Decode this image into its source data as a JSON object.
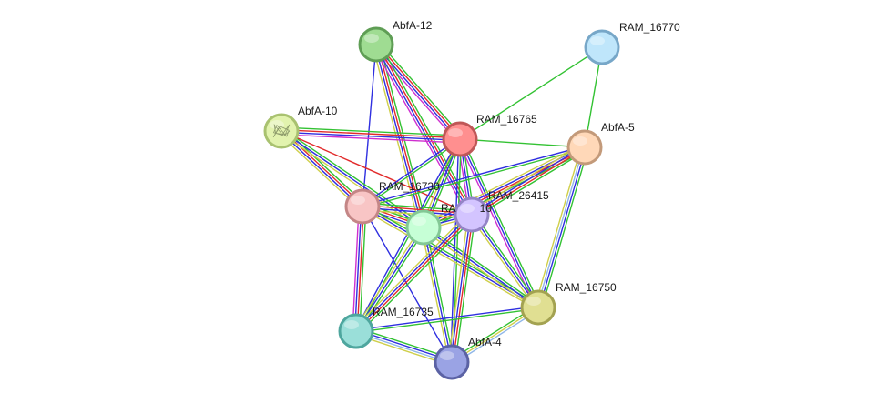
{
  "network": {
    "nodes": [
      {
        "id": "AbfA-12",
        "label": "AbfA-12",
        "color": "#9fdc92",
        "stroke": "#5f9e55"
      },
      {
        "id": "RAM_16770",
        "label": "RAM_16770",
        "color": "#bfe6fb",
        "stroke": "#77a7c8"
      },
      {
        "id": "AbfA-10",
        "label": "AbfA-10",
        "color": "#e2f3ae",
        "stroke": "#a9c270"
      },
      {
        "id": "RAM_16765",
        "label": "RAM_16765",
        "color": "#ff8f8f",
        "stroke": "#bf5757"
      },
      {
        "id": "AbfA-5",
        "label": "AbfA-5",
        "color": "#ffd8b8",
        "stroke": "#c39a7a"
      },
      {
        "id": "RAM_16730",
        "label": "RAM_16730",
        "color": "#f8c5c5",
        "stroke": "#c48686"
      },
      {
        "id": "RAM_26415",
        "label": "RAM_26415",
        "color": "#d3c4ff",
        "stroke": "#9484c6"
      },
      {
        "id": "RA_10",
        "label": "RA        10",
        "color": "#c6ffd6",
        "stroke": "#83c895"
      },
      {
        "id": "RAM_16750",
        "label": "RAM_16750",
        "color": "#e0df92",
        "stroke": "#a3a251"
      },
      {
        "id": "RAM_16735",
        "label": "RAM_16735",
        "color": "#9adfd9",
        "stroke": "#4ea69e"
      },
      {
        "id": "AbfA-4",
        "label": "AbfA-4",
        "color": "#9aa3e4",
        "stroke": "#5b62a4"
      }
    ],
    "edge_colors": {
      "green": "#33c233",
      "red": "#e22b2b",
      "blue": "#2f2fe0",
      "magenta": "#cf2fcf",
      "yellow": "#cfcf4a",
      "lightblue": "#8fb6e8",
      "gray": "#9e9e9e"
    },
    "edges": [
      {
        "source": "RAM_16770",
        "target": "RAM_16765",
        "channels": [
          "green"
        ]
      },
      {
        "source": "RAM_16770",
        "target": "AbfA-5",
        "channels": [
          "green"
        ]
      },
      {
        "source": "AbfA-12",
        "target": "RAM_16765",
        "channels": [
          "green",
          "red",
          "blue",
          "magenta"
        ]
      },
      {
        "source": "AbfA-12",
        "target": "RAM_16730",
        "channels": [
          "blue"
        ]
      },
      {
        "source": "AbfA-12",
        "target": "RA_10",
        "channels": [
          "green",
          "red",
          "blue",
          "yellow"
        ]
      },
      {
        "source": "AbfA-12",
        "target": "RAM_26415",
        "channels": [
          "green",
          "red",
          "blue",
          "magenta"
        ]
      },
      {
        "source": "AbfA-10",
        "target": "RAM_16765",
        "channels": [
          "green",
          "red",
          "blue",
          "magenta"
        ]
      },
      {
        "source": "AbfA-10",
        "target": "RAM_16730",
        "channels": [
          "green",
          "red",
          "blue",
          "yellow"
        ]
      },
      {
        "source": "AbfA-10",
        "target": "RA_10",
        "channels": [
          "green",
          "blue",
          "yellow"
        ]
      },
      {
        "source": "AbfA-10",
        "target": "RAM_26415",
        "channels": [
          "red"
        ]
      },
      {
        "source": "RAM_16765",
        "target": "AbfA-5",
        "channels": [
          "green"
        ]
      },
      {
        "source": "RAM_16765",
        "target": "RAM_16730",
        "channels": [
          "green",
          "blue"
        ]
      },
      {
        "source": "RAM_16765",
        "target": "RA_10",
        "channels": [
          "green",
          "blue",
          "yellow"
        ]
      },
      {
        "source": "RAM_16765",
        "target": "RAM_26415",
        "channels": [
          "green",
          "blue",
          "magenta"
        ]
      },
      {
        "source": "RAM_16765",
        "target": "RAM_16750",
        "channels": [
          "green",
          "blue",
          "magenta"
        ]
      },
      {
        "source": "RAM_16765",
        "target": "RAM_16735",
        "channels": [
          "green",
          "blue"
        ]
      },
      {
        "source": "RAM_16765",
        "target": "AbfA-4",
        "channels": [
          "green",
          "blue"
        ]
      },
      {
        "source": "AbfA-5",
        "target": "RAM_16730",
        "channels": [
          "green",
          "blue"
        ]
      },
      {
        "source": "AbfA-5",
        "target": "RA_10",
        "channels": [
          "green",
          "red",
          "blue",
          "yellow"
        ]
      },
      {
        "source": "AbfA-5",
        "target": "RAM_26415",
        "channels": [
          "green",
          "red",
          "blue",
          "yellow"
        ]
      },
      {
        "source": "AbfA-5",
        "target": "RAM_16750",
        "channels": [
          "green",
          "blue",
          "lightblue",
          "yellow"
        ]
      },
      {
        "source": "RAM_16730",
        "target": "RA_10",
        "channels": [
          "green",
          "red",
          "blue",
          "yellow"
        ]
      },
      {
        "source": "RAM_16730",
        "target": "RAM_26415",
        "channels": [
          "green",
          "red",
          "blue",
          "yellow"
        ]
      },
      {
        "source": "RAM_16730",
        "target": "RAM_16750",
        "channels": [
          "green",
          "blue",
          "yellow"
        ]
      },
      {
        "source": "RAM_16730",
        "target": "RAM_16735",
        "channels": [
          "green",
          "red",
          "blue",
          "magenta"
        ]
      },
      {
        "source": "RAM_16730",
        "target": "AbfA-4",
        "channels": [
          "blue"
        ]
      },
      {
        "source": "RA_10",
        "target": "RAM_26415",
        "channels": [
          "green",
          "blue",
          "yellow"
        ]
      },
      {
        "source": "RA_10",
        "target": "RAM_16750",
        "channels": [
          "green",
          "blue",
          "yellow"
        ]
      },
      {
        "source": "RA_10",
        "target": "RAM_16735",
        "channels": [
          "green",
          "blue",
          "yellow"
        ]
      },
      {
        "source": "RA_10",
        "target": "AbfA-4",
        "channels": [
          "green",
          "blue",
          "yellow"
        ]
      },
      {
        "source": "RAM_26415",
        "target": "RAM_16750",
        "channels": [
          "green",
          "blue",
          "yellow"
        ]
      },
      {
        "source": "RAM_26415",
        "target": "RAM_16735",
        "channels": [
          "green",
          "red",
          "blue",
          "yellow"
        ]
      },
      {
        "source": "RAM_26415",
        "target": "AbfA-4",
        "channels": [
          "green",
          "red",
          "blue",
          "yellow"
        ]
      },
      {
        "source": "RAM_16750",
        "target": "RAM_16735",
        "channels": [
          "green",
          "blue"
        ]
      },
      {
        "source": "RAM_16750",
        "target": "AbfA-4",
        "channels": [
          "lightblue",
          "yellow",
          "green"
        ]
      },
      {
        "source": "RAM_16735",
        "target": "AbfA-4",
        "channels": [
          "green",
          "blue",
          "lightblue",
          "yellow"
        ]
      }
    ]
  }
}
